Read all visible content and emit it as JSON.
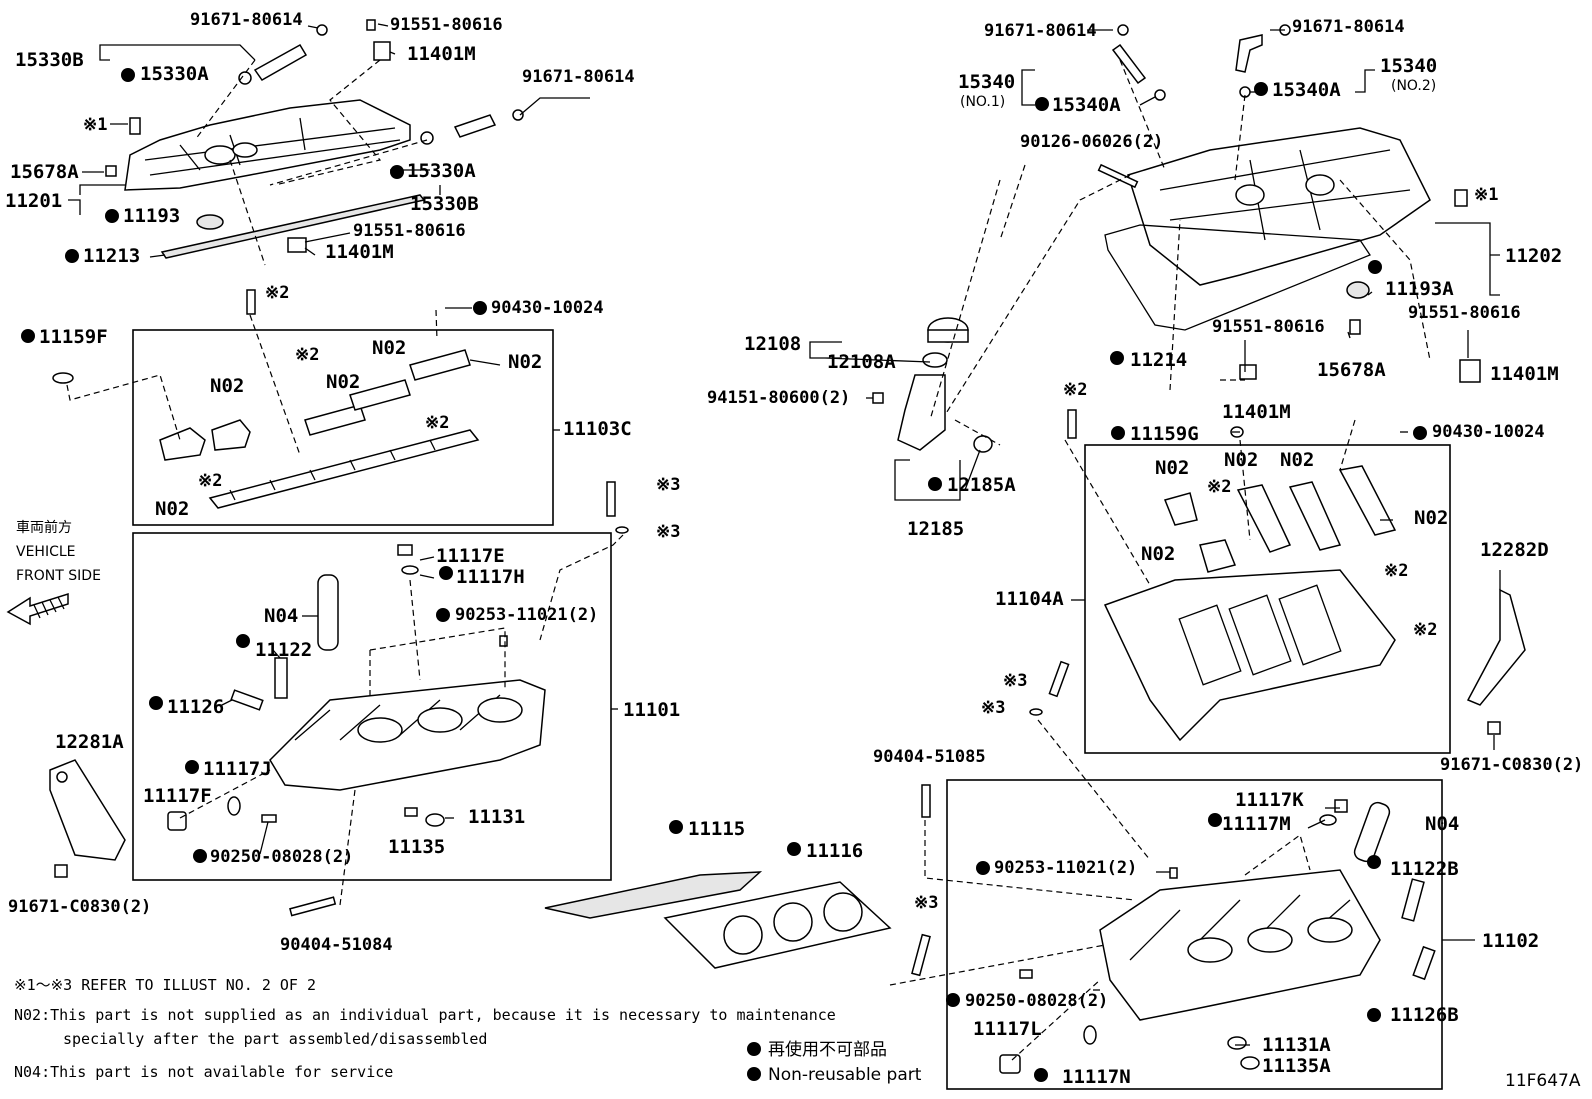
{
  "diagram_id": "11F647A",
  "direction": {
    "jp": "車両前方",
    "line1": "VEHICLE",
    "line2": "FRONT SIDE"
  },
  "legend": {
    "jp": "再使用不可部品",
    "en": "Non-reusable part"
  },
  "notes": {
    "refer": "※1～※3 REFER TO ILLUST NO. 2 OF 2",
    "n02_line1": "N02:This part is not supplied as an individual part, because it is necessary to maintenance",
    "n02_line2": "specially after the part assembled/disassembled",
    "n04": "N04:This part is not available for service"
  },
  "labels": {
    "l01": "91671-80614",
    "l02": "91551-80616",
    "l03": "15330B",
    "l04": "15330A",
    "l05": "11401M",
    "l06": "91671-80614",
    "l07": "※1",
    "l08": "15678A",
    "l09": "11201",
    "l10": "11193",
    "l11": "15330A",
    "l12": "15330B",
    "l13": "91551-80616",
    "l14": "11213",
    "l15": "11401M",
    "l16": "※2",
    "l17": "90430-10024",
    "l18": "11159F",
    "l19": "N02",
    "l20": "※2",
    "l21": "N02",
    "l22": "N02",
    "l23": "N02",
    "l24": "※2",
    "l25": "11103C",
    "l26": "※2",
    "l27": "N02",
    "l28": "※3",
    "l29": "※3",
    "l30": "11117E",
    "l31": "11117H",
    "l32": "N04",
    "l33": "90253-11021(2)",
    "l34": "11122",
    "l35": "11126",
    "l36": "11101",
    "l37": "11117J",
    "l38": "11117F",
    "l39": "11131",
    "l40": "11135",
    "l41": "90250-08028(2)",
    "l42": "12281A",
    "l43": "91671-C0830(2)",
    "l44": "90404-51084",
    "l45": "11115",
    "l46": "11116",
    "r01": "91671-80614",
    "r02": "91671-80614",
    "r03": "15340",
    "r04": "(NO.1)",
    "r05": "15340A",
    "r06": "15340",
    "r07": "(NO.2)",
    "r08": "15340A",
    "r09": "90126-06026(2)",
    "r10": "※1",
    "r11": "11202",
    "r12": "11193A",
    "r13": "91551-80616",
    "r14": "91551-80616",
    "r15": "11214",
    "r16": "15678A",
    "r17": "11401M",
    "r18": "11401M",
    "r19": "12108",
    "r20": "12108A",
    "r21": "94151-80600(2)",
    "r22": "※2",
    "r23": "11159G",
    "r24": "90430-10024",
    "r25": "12185A",
    "r26": "12185",
    "r27": "N02",
    "r28": "N02",
    "r29": "N02",
    "r30": "※2",
    "r31": "N02",
    "r32": "N02",
    "r33": "※2",
    "r34": "11104A",
    "r35": "12282D",
    "r36": "※2",
    "r37": "※3",
    "r38": "※3",
    "r39": "91671-C0830(2)",
    "r40": "90404-51085",
    "r41": "11117K",
    "r42": "11117M",
    "r43": "N04",
    "r44": "90253-11021(2)",
    "r45": "11122B",
    "r46": "※3",
    "r47": "11102",
    "r48": "11126B",
    "r49": "90250-08028(2)",
    "r50": "11117L",
    "r51": "11131A",
    "r52": "11135A",
    "r53": "11117N"
  }
}
